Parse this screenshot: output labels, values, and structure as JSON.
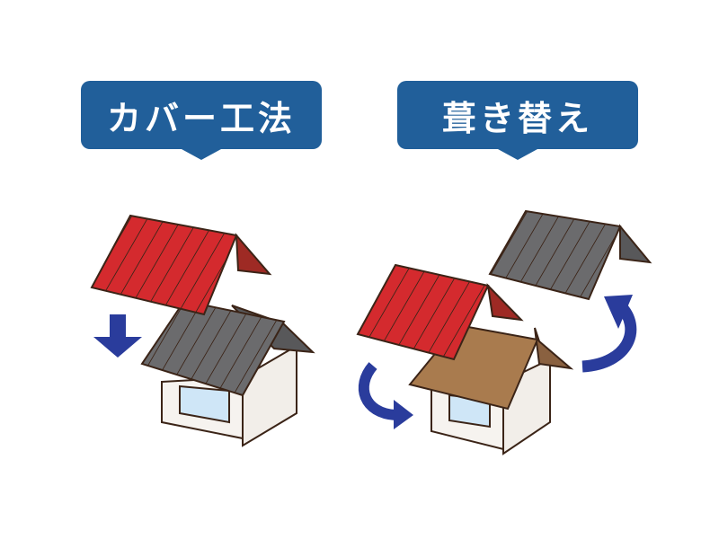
{
  "labels": {
    "left": "カバー工法",
    "right": "葺き替え"
  },
  "colors": {
    "label_bg": "#215f9a",
    "label_text": "#ffffff",
    "roof_red": "#d42a2e",
    "roof_red_side": "#9e2a24",
    "roof_gray": "#6b6b6d",
    "roof_gray_side": "#58585a",
    "roof_brown": "#a97b4e",
    "roof_brown_side": "#8a6140",
    "wall": "#f6f3ef",
    "window": "#cfe6f7",
    "outline": "#3b2417",
    "arrow": "#2a3c9c"
  },
  "scenes": [
    {
      "name": "cover-method",
      "description": "New red roof placed over existing gray roof"
    },
    {
      "name": "re-roofing",
      "description": "Old gray roof removed, new red roof installed over base"
    }
  ]
}
